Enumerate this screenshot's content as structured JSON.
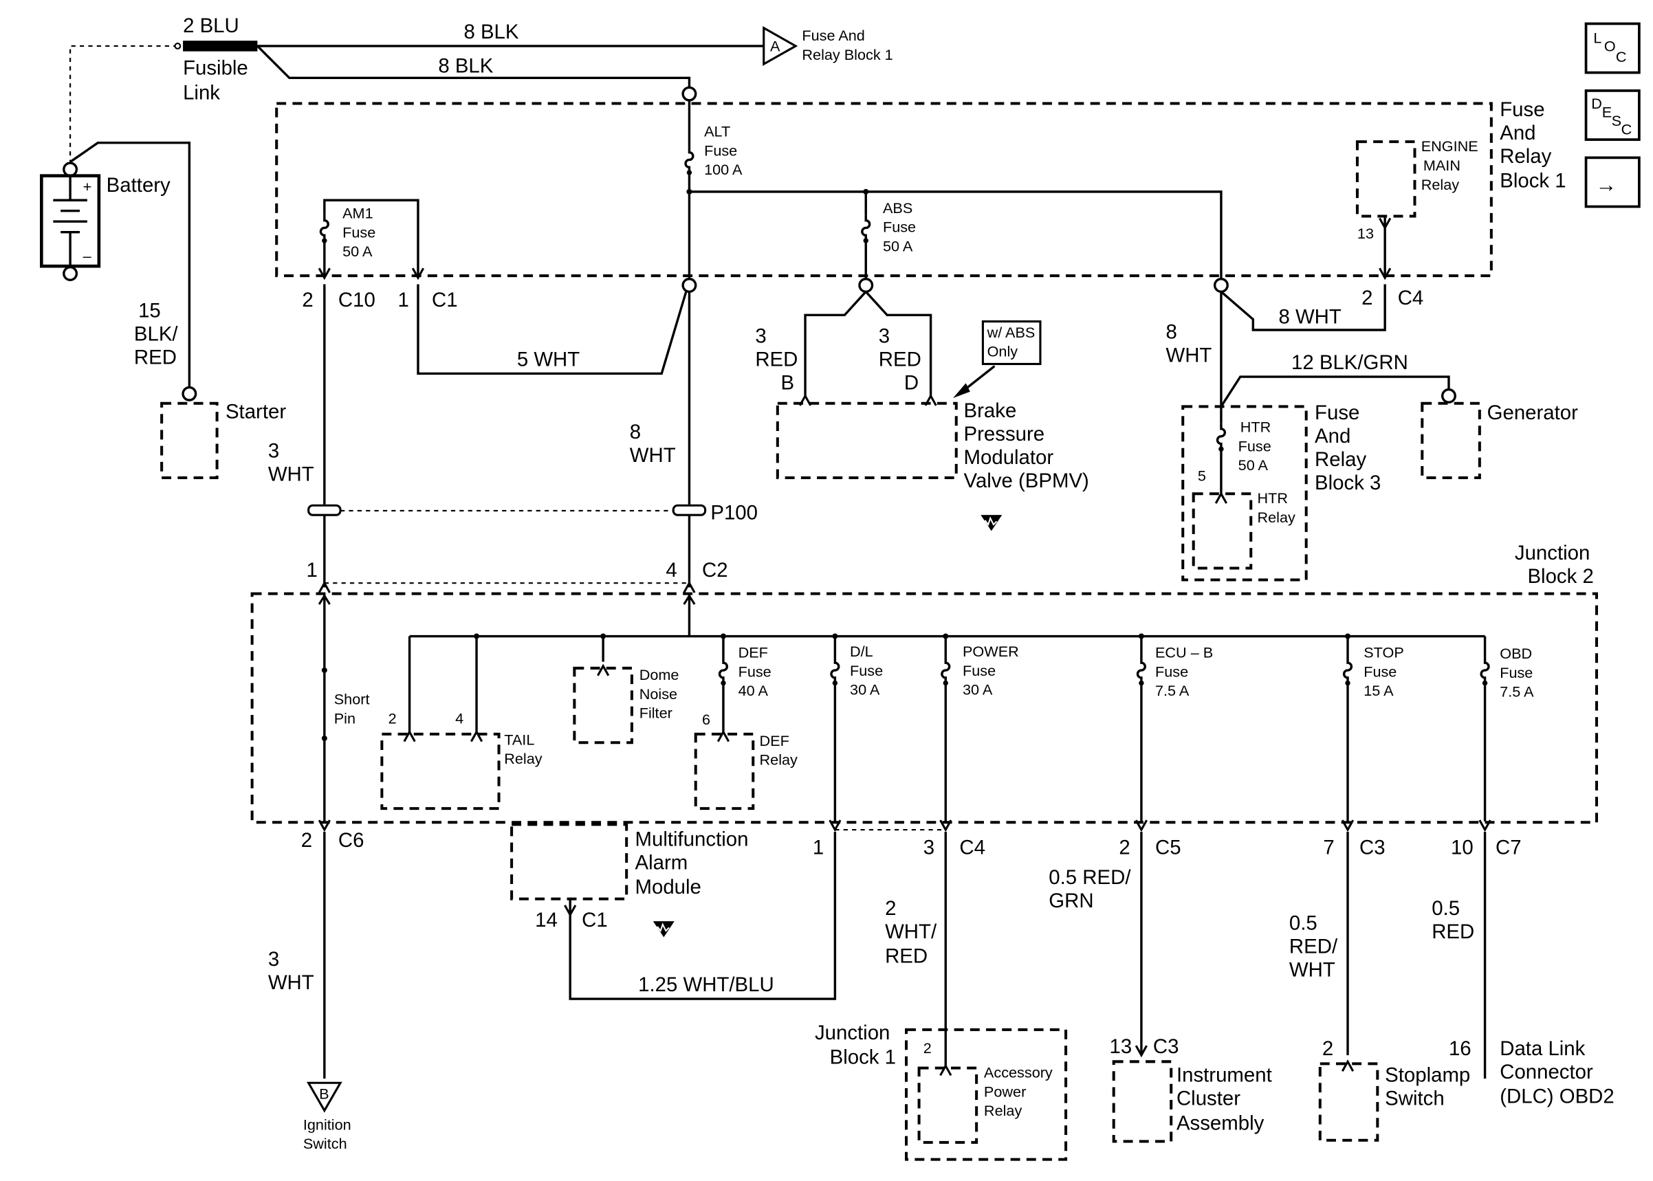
{
  "fusible_link": {
    "wire": "2 BLU",
    "label": [
      "Fusible",
      "Link"
    ]
  },
  "top_wires": {
    "a": "8 BLK",
    "b": "8 BLK"
  },
  "ref_a": {
    "letter": "A",
    "label": [
      "Fuse And",
      "Relay Block 1"
    ]
  },
  "battery": {
    "label": "Battery",
    "plus": "+",
    "minus": "–"
  },
  "starter": {
    "label": "Starter",
    "wire": [
      "15",
      "BLK/",
      "RED"
    ]
  },
  "frb1": {
    "label": [
      "Fuse",
      "And",
      "Relay",
      "Block 1"
    ],
    "alt": [
      "ALT",
      "Fuse",
      "100 A"
    ],
    "am1": [
      "AM1",
      "Fuse",
      "50 A"
    ],
    "abs": [
      "ABS",
      "Fuse",
      "50 A"
    ],
    "engine_main": [
      "ENGINE",
      "MAIN",
      "Relay"
    ],
    "pin13": "13"
  },
  "connectors": {
    "c10": [
      "2",
      "C10"
    ],
    "c1": [
      "1",
      "C1"
    ],
    "c4top": [
      "2",
      "C4"
    ],
    "c2": [
      "4",
      "C2"
    ],
    "c2b": "1",
    "p100": "P100",
    "c6": [
      "2",
      "C6"
    ],
    "c4": [
      "3",
      "C4"
    ],
    "c4b": "1",
    "c5": [
      "2",
      "C5"
    ],
    "c3": [
      "7",
      "C3"
    ],
    "c7": [
      "10",
      "C7"
    ],
    "c1mfa": [
      "14",
      "C1"
    ],
    "ic_c3": [
      "13",
      "C3"
    ],
    "sl_pin": "2",
    "dlc_pin": "16"
  },
  "wires": {
    "w5wht": "5 WHT",
    "w8wht_alt": [
      "8",
      "WHT"
    ],
    "w3wht_top": [
      "3",
      "WHT"
    ],
    "w3wht_bot": [
      "3",
      "WHT"
    ],
    "w8wht_c4": "8 WHT",
    "w8wht_htr": [
      "8",
      "WHT"
    ],
    "w12blkgrn": "12 BLK/GRN",
    "w3red_b": [
      "3",
      "RED",
      "B"
    ],
    "w3red_d": [
      "3",
      "RED",
      "D"
    ],
    "w125": "1.25 WHT/BLU",
    "w2whtred": [
      "2",
      "WHT/",
      "RED"
    ],
    "w05redgrn": [
      "0.5 RED/",
      "GRN"
    ],
    "w05redwht": [
      "0.5",
      "RED/",
      "WHT"
    ],
    "w05red": [
      "0.5",
      "RED"
    ]
  },
  "bpmv": {
    "option": [
      "w/ ABS",
      "Only"
    ],
    "label": [
      "Brake",
      "Pressure",
      "Modulator",
      "Valve (BPMV)"
    ]
  },
  "generator": {
    "label": "Generator"
  },
  "frb3": {
    "label": [
      "Fuse",
      "And",
      "Relay",
      "Block 3"
    ],
    "htr_fuse": [
      "HTR",
      "Fuse",
      "50 A"
    ],
    "htr_relay": [
      "HTR",
      "Relay"
    ],
    "pin5": "5"
  },
  "jb2": {
    "label": [
      "Junction",
      "Block 2"
    ],
    "short_pin": [
      "Short",
      "Pin"
    ],
    "dome": [
      "Dome",
      "Noise",
      "Filter"
    ],
    "tail": [
      "TAIL",
      "Relay"
    ],
    "tail_pins": [
      "2",
      "4"
    ],
    "def_fuse": [
      "DEF",
      "Fuse",
      "40 A"
    ],
    "def_relay": [
      "DEF",
      "Relay"
    ],
    "def_pin": "6",
    "dl": [
      "D/L",
      "Fuse",
      "30 A"
    ],
    "power": [
      "POWER",
      "Fuse",
      "30 A"
    ],
    "ecub": [
      "ECU – B",
      "Fuse",
      "7.5 A"
    ],
    "stop": [
      "STOP",
      "Fuse",
      "15 A"
    ],
    "obd": [
      "OBD",
      "Fuse",
      "7.5 A"
    ]
  },
  "mfa": {
    "label": [
      "Multifunction",
      "Alarm",
      "Module"
    ]
  },
  "jb1": {
    "label": [
      "Junction",
      "Block 1"
    ],
    "relay": [
      "Accessory",
      "Power",
      "Relay"
    ],
    "pin": "2"
  },
  "ic": {
    "label": [
      "Instrument",
      "Cluster",
      "Assembly"
    ]
  },
  "stoplamp": {
    "label": [
      "Stoplamp",
      "Switch"
    ]
  },
  "dlc": {
    "label": [
      "Data Link",
      "Connector",
      "(DLC) OBD2"
    ]
  },
  "ref_b": {
    "letter": "B",
    "label": [
      "Ignition",
      "Switch"
    ]
  },
  "nav": {
    "loc": [
      "L",
      "O",
      "C"
    ],
    "desc": [
      "D",
      "E",
      "S",
      "C"
    ],
    "next": "→"
  }
}
